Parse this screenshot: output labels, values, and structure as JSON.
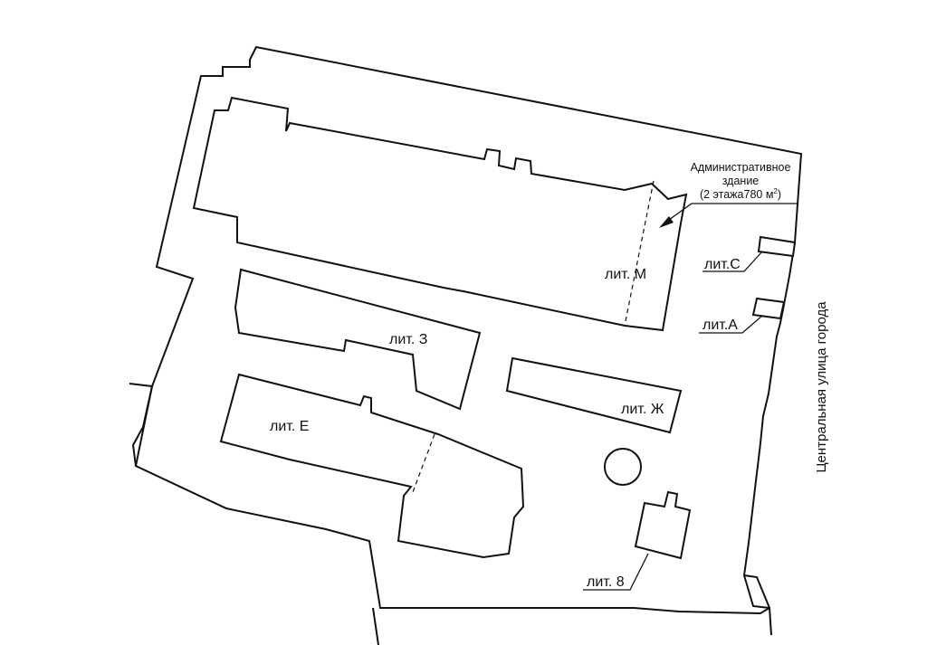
{
  "labels": {
    "lit_m": "лит. М",
    "lit_z": "лит. З",
    "lit_e": "лит. Е",
    "lit_zh": "лит. Ж",
    "lit_c": "лит.С",
    "lit_a": "лит.А",
    "lit_8": "лит. 8"
  },
  "admin_building": {
    "line1": "Административное",
    "line2": "здание",
    "line3": "(2 этажа780 м",
    "sup": "2",
    "close": ")"
  },
  "street_name": "Центральная улица города",
  "colors": {
    "ink": "#111111",
    "background": "#ffffff"
  }
}
